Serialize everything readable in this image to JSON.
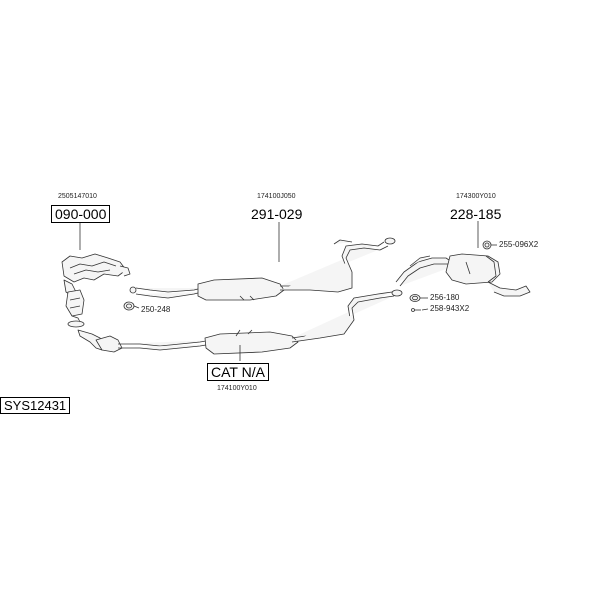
{
  "system": {
    "code": "SYS12431"
  },
  "parts": {
    "manifold": {
      "oem": "2505147010",
      "part_no": "090-000"
    },
    "front_pipe": {
      "oem": "174100J050",
      "part_no": "291-029"
    },
    "rear_silencer": {
      "oem": "174300Y010",
      "part_no": "228-185"
    },
    "catalyst": {
      "oem": "174100Y010",
      "part_no": "CAT N/A"
    }
  },
  "fittings": {
    "clamp_250_248": "250-248",
    "rubber_255_096": "255-096X2",
    "gasket_256_180": "256-180",
    "bolt_258_943": "258-943X2"
  },
  "colors": {
    "line": "#333333",
    "fill": "#f4f4f4",
    "box": "#000000"
  }
}
